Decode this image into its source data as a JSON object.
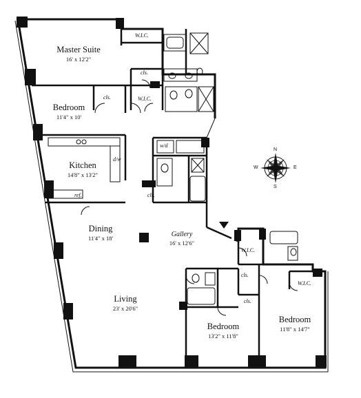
{
  "rooms": {
    "master_suite": {
      "name": "Master Suite",
      "dim": "16' x 12'2\""
    },
    "bedroom_left": {
      "name": "Bedroom",
      "dim": "11'4\" x 10'"
    },
    "kitchen": {
      "name": "Kitchen",
      "dim": "14'8\" x 13'2\""
    },
    "dining": {
      "name": "Dining",
      "dim": "11'4\" x 18'"
    },
    "gallery": {
      "name": "Gallery",
      "dim": "16' x 12'6\""
    },
    "living": {
      "name": "Living",
      "dim": "23' x 20'6\""
    },
    "bedroom_center": {
      "name": "Bedroom",
      "dim": "13'2\" x 11'8\""
    },
    "bedroom_right": {
      "name": "Bedroom",
      "dim": "11'8\" x 14'7\""
    }
  },
  "small_labels": {
    "wic_master_top": "W.I.C.",
    "wic_master_bottom": "W.I.C.",
    "cls_master": "cls.",
    "cls_bedroom_left": "cls.",
    "wd": "w/d",
    "dw": "d/w",
    "ref": "ref.",
    "cls_hall": "cls.",
    "wic_gallery": "W.I.C.",
    "cls_gallery": "cls.",
    "cls_bedroom_center": "cls.",
    "wic_bedroom_right": "W.I.C."
  },
  "compass": {
    "n": "N",
    "s": "S",
    "e": "E",
    "w": "W"
  }
}
